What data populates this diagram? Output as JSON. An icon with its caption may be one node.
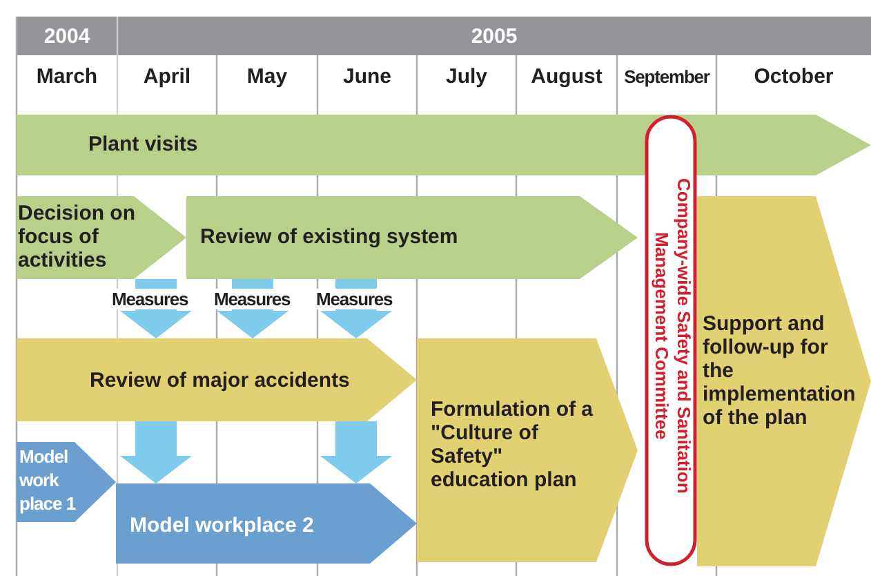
{
  "diagram": {
    "nodes": [
      {
        "text": [
          "Plant  visits"
        ]
      },
      {
        "text": [
          "Decision on focus of activities"
        ]
      },
      {
        "text": [
          "Review of existing system"
        ]
      },
      {
        "text": [
          "Review of major accidents"
        ]
      },
      {
        "text": [
          "Formulation of a \"Culture of Safety\" education plan"
        ]
      },
      {
        "text": [
          "Model work place 1"
        ]
      },
      {
        "text": [
          "Model workplace 2"
        ]
      },
      {
        "text": [
          "Company-wide Safety and Sanitation Management Committee"
        ]
      },
      {
        "text": [
          "Support and follow-up for the implementation of the plan"
        ]
      }
    ],
    "edges": [
      {
        "from": 1,
        "to": 3,
        "arrow": "to",
        "label": "Measures"
      },
      {
        "from": 2,
        "to": 3,
        "arrow": "to",
        "label": "Measures"
      },
      {
        "from": 2,
        "to": 3,
        "arrow": "to",
        "label": "Measures"
      },
      {
        "from": 3,
        "to": 6,
        "arrow": "to"
      },
      {
        "from": 3,
        "to": 6,
        "arrow": "to"
      }
    ],
    "labels": [
      "2004",
      "2005",
      "March",
      "April",
      "May",
      "June",
      "July",
      "August",
      "September",
      "October"
    ]
  }
}
